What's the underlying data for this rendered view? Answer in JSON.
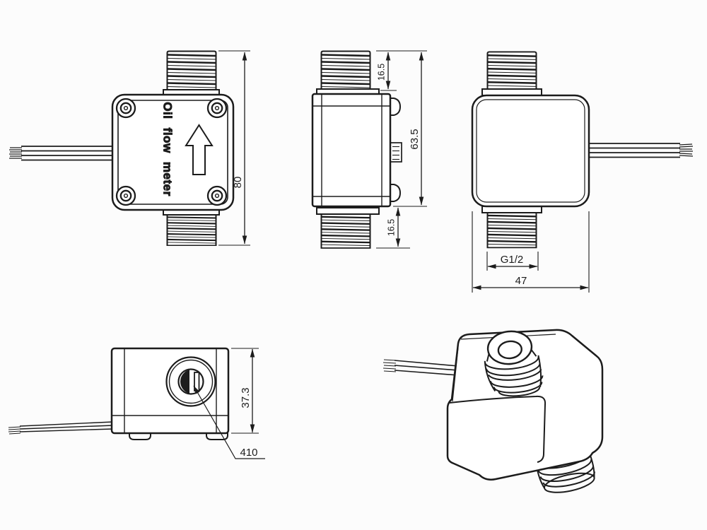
{
  "meta": {
    "drawing_type": "technical-drawing",
    "product": "oil flow meter"
  },
  "colors": {
    "line": "#1c1c1c",
    "background": "#fcfcfc"
  },
  "front_view": {
    "label": "Oil flow meter",
    "dim_total_height": "80"
  },
  "side_view": {
    "dim_top_thread": "16.5",
    "dim_height_with_thread": "63.5",
    "dim_bottom_thread": "16.5"
  },
  "back_view": {
    "thread_spec": "G1/2",
    "dim_width": "47"
  },
  "bottom_view": {
    "dim_depth": "37.3",
    "dim_port_diameter": "410"
  }
}
